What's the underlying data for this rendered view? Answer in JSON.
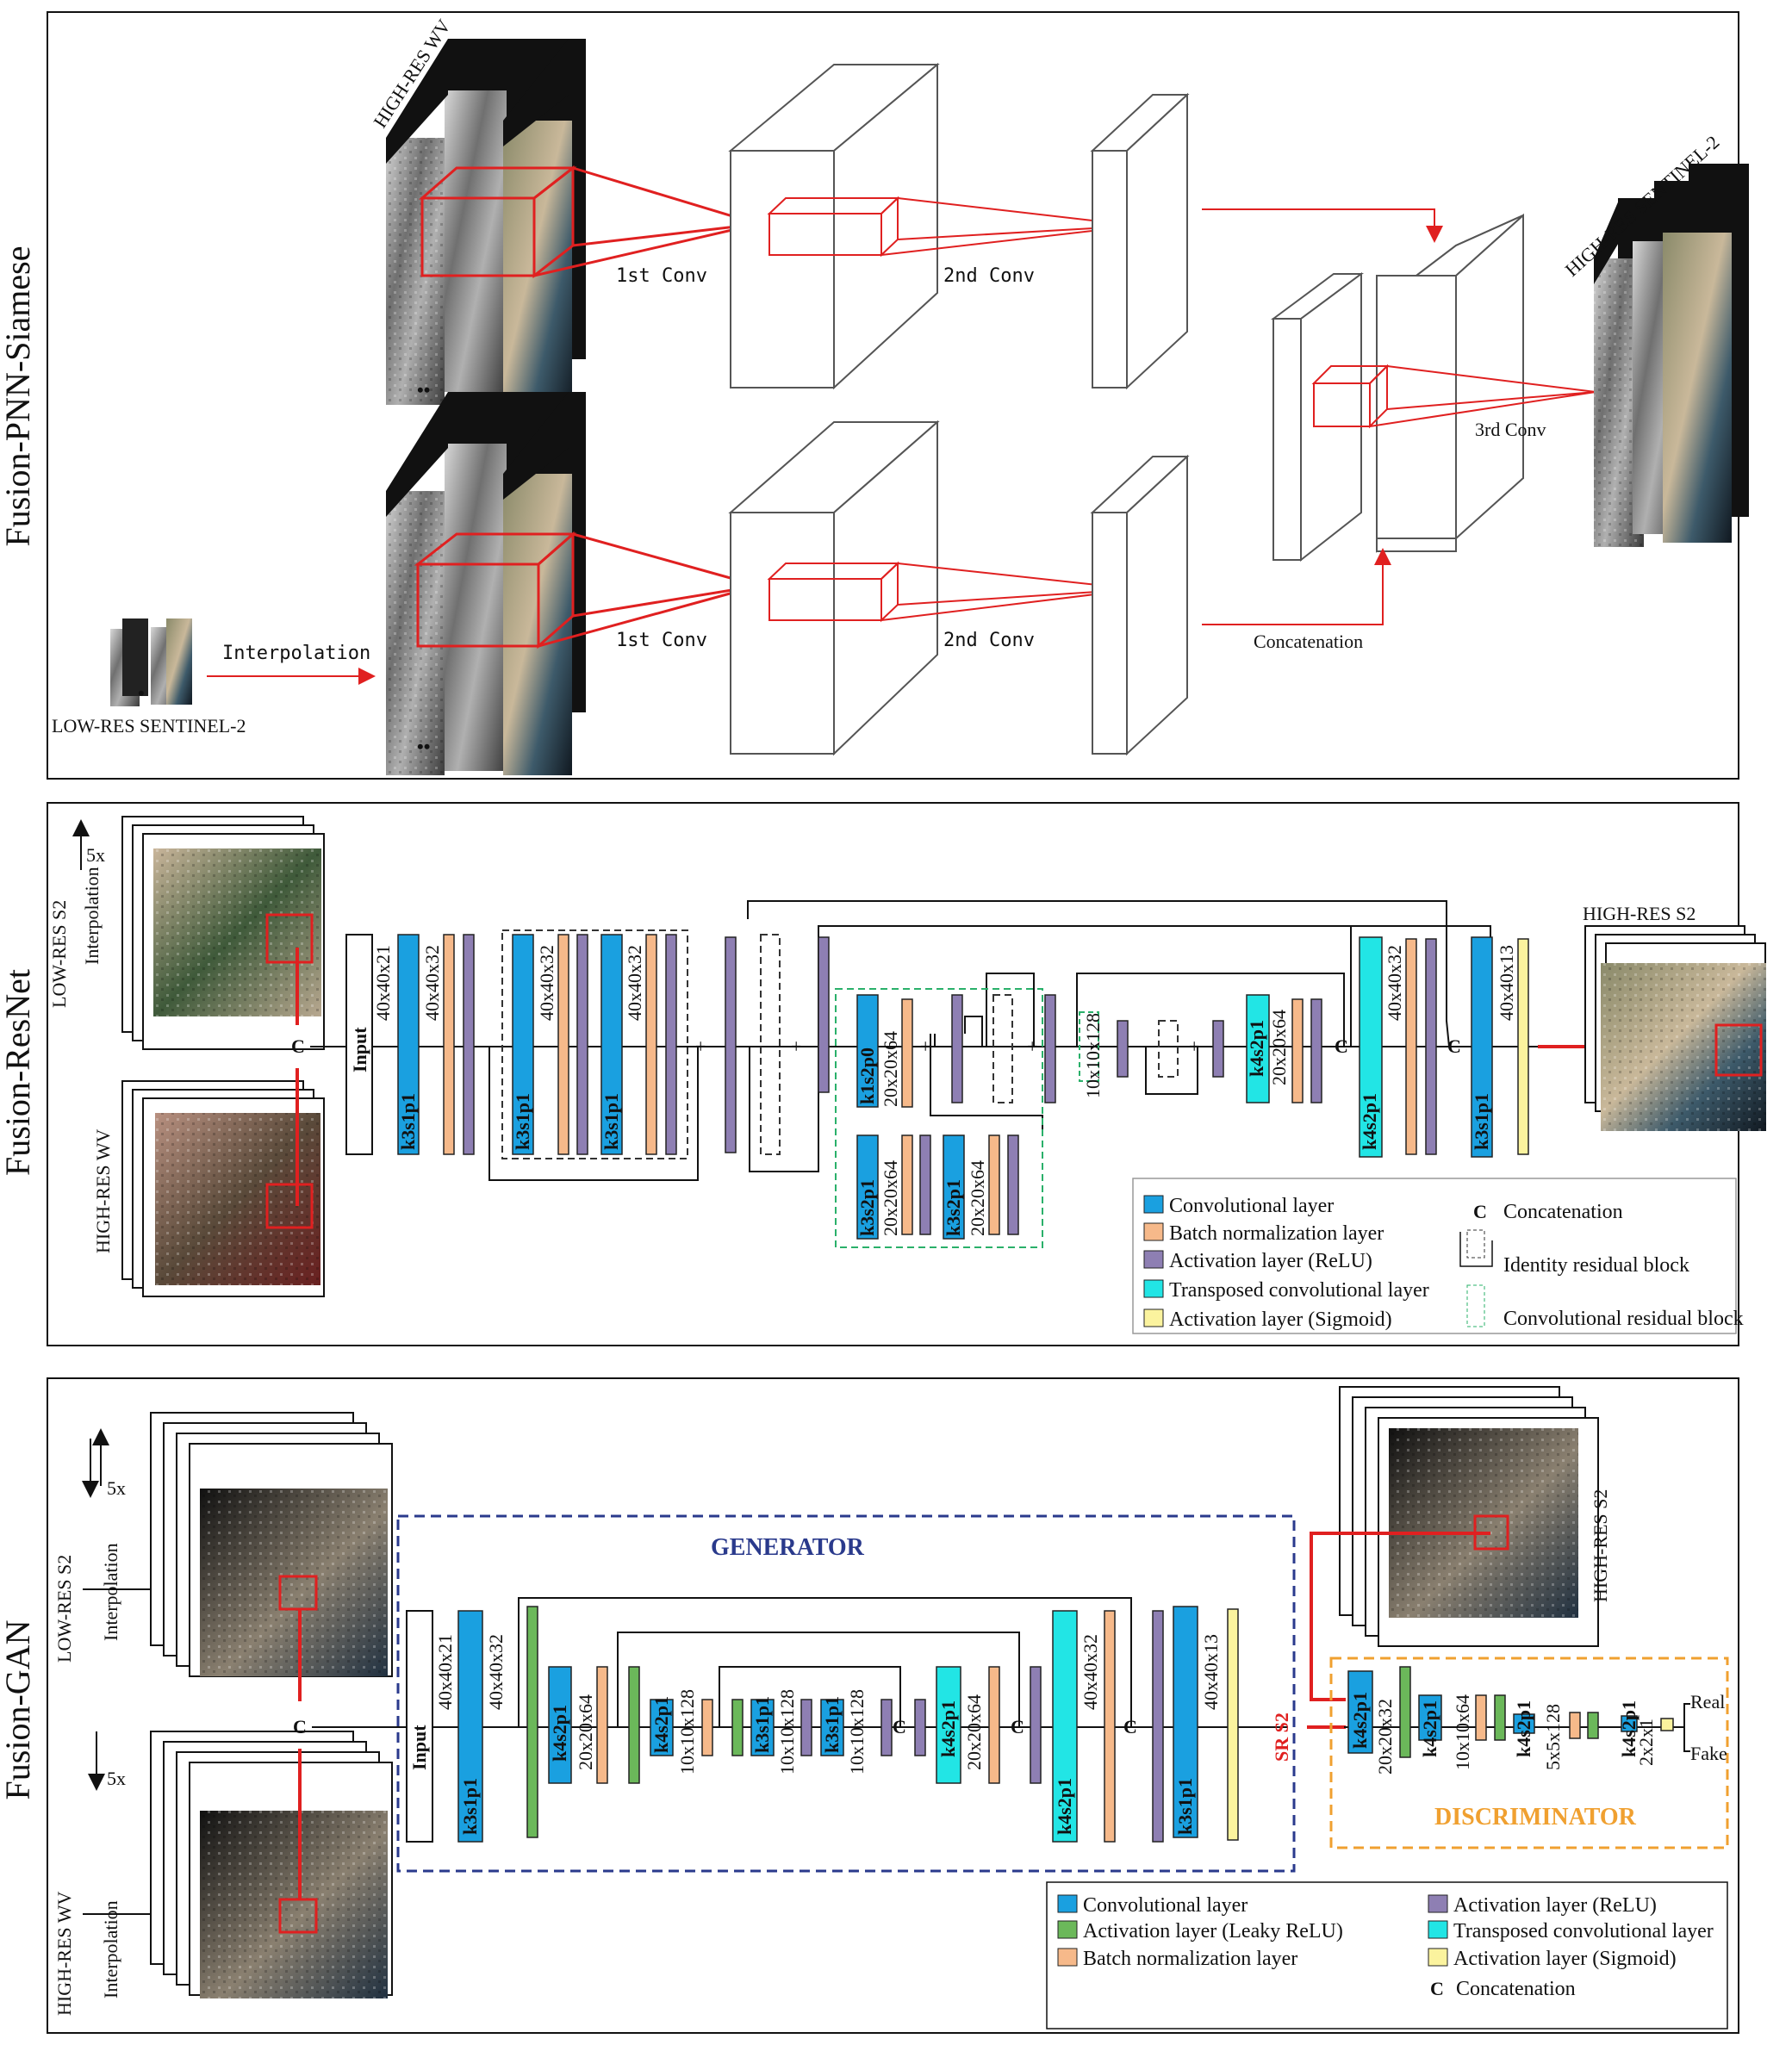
{
  "panels": {
    "pnn": {
      "side_title": "Fusion-PNN-Siamese",
      "high_res_wv": "HIGH-RES WV",
      "low_res_s2": "LOW-RES SENTINEL-2",
      "interpolation": "Interpolation",
      "conv1": "1st Conv",
      "conv2": "2nd Conv",
      "conv3": "3rd Conv",
      "concatenation": "Concatenation",
      "high_res_s2": "HIGH-RES SENTINEL-2",
      "dots": "••"
    },
    "resnet": {
      "side_title": "Fusion-ResNet",
      "low_res_s2": "LOW-RES S2",
      "interpolation": "Interpolation",
      "scale": "5x",
      "high_res_wv": "HIGH-RES WV",
      "high_res_s2": "HIGH-RES S2",
      "concat": "C",
      "input": "Input",
      "k3s1p1": "k3s1p1",
      "k1s2p0": "k1s2p0",
      "k3s2p1": "k3s2p1",
      "k4s2p1": "k4s2p1",
      "d40x40x21": "40x40x21",
      "d40x40x32": "40x40x32",
      "d20x20x64": "20x20x64",
      "d10x10x128": "10x10x128",
      "d40x40x13": "40x40x13",
      "plus": "+",
      "legend": {
        "conv": "Convolutional layer",
        "bn": "Batch normalization layer",
        "relu": "Activation layer (ReLU)",
        "tconv": "Transposed convolutional layer",
        "sigmoid": "Activation layer (Sigmoid)",
        "concat_sym": "C",
        "concat": "Concatenation",
        "identity": "Identity residual block",
        "convres": "Convolutional residual block"
      }
    },
    "gan": {
      "side_title": "Fusion-GAN",
      "low_res_s2": "LOW-RES S2",
      "interpolation": "Interpolation",
      "scale": "5x",
      "high_res_wv": "HIGH-RES WV",
      "high_res_s2": "HIGH-RES S2",
      "generator": "GENERATOR",
      "discriminator": "DISCRIMINATOR",
      "sr_s2": "SR S2",
      "real": "Real",
      "fake": "Fake",
      "concat": "C",
      "input": "Input",
      "k3s1p1": "k3s1p1",
      "k4s2p1": "k4s2p1",
      "d40x40x21": "40x40x21",
      "d40x40x32": "40x40x32",
      "d20x20x64": "20x20x64",
      "d10x10x128": "10x10x128",
      "d40x40x13": "40x40x13",
      "d20x20x32": "20x20x32",
      "d10x10x64": "10x10x64",
      "d5x5x128": "5x5x128",
      "d2x2x1": "2x2x1",
      "legend": {
        "conv": "Convolutional layer",
        "leaky": "Activation layer (Leaky ReLU)",
        "bn": "Batch normalization layer",
        "relu": "Activation layer (ReLU)",
        "tconv": "Transposed convolutional layer",
        "sigmoid": "Activation layer (Sigmoid)",
        "concat_sym": "C",
        "concat": "Concatenation"
      }
    }
  },
  "colors": {
    "conv": "#1aa0e0",
    "bn": "#f6b98a",
    "relu": "#8e7fb3",
    "tconv": "#22e5e5",
    "sigmoid": "#fbf39e",
    "leaky": "#6bb85a",
    "red": "#e02020",
    "generator": "#2a3a8c",
    "discriminator": "#f0a030"
  }
}
